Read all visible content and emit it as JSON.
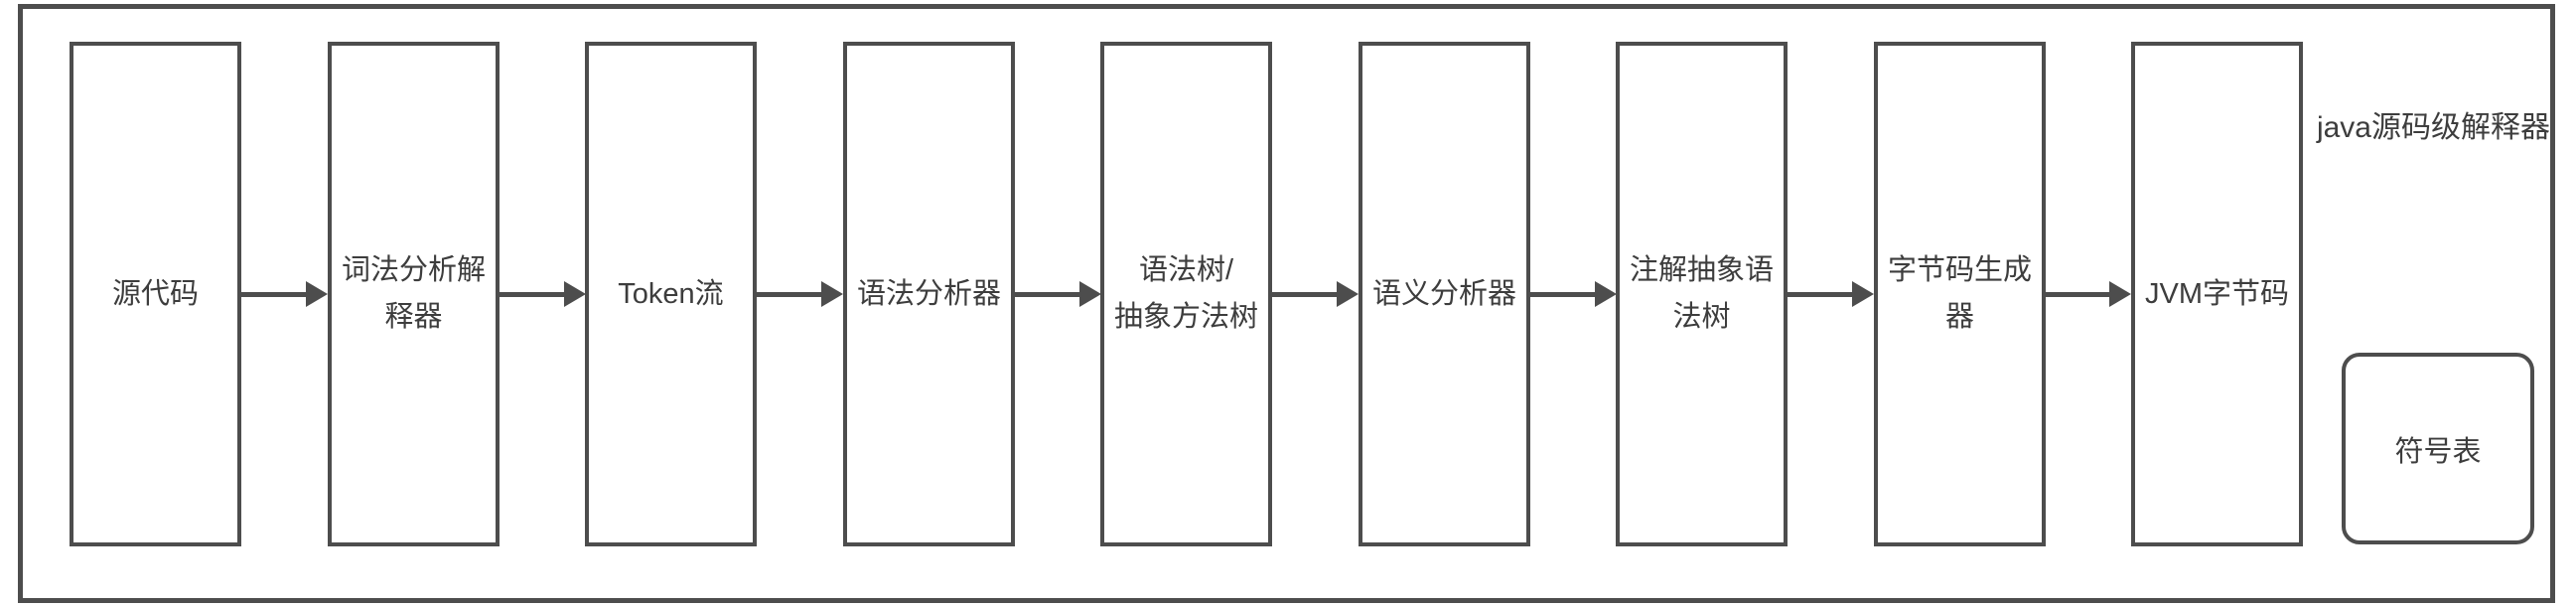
{
  "diagram": {
    "title": "java源码级解释器",
    "flow_boxes": [
      {
        "label": "源代码"
      },
      {
        "label": "词法分析解\n释器"
      },
      {
        "label": "Token流"
      },
      {
        "label": "语法分析器"
      },
      {
        "label": "语法树/\n抽象方法树"
      },
      {
        "label": "语义分析器"
      },
      {
        "label": "注解抽象语\n法树"
      },
      {
        "label": "字节码生成\n器"
      },
      {
        "label": "JVM字节码"
      }
    ],
    "side_box": {
      "label": "符号表"
    },
    "colors": {
      "stroke": "#4d4d4d",
      "text": "#3d3d3d",
      "background": "#ffffff"
    }
  }
}
